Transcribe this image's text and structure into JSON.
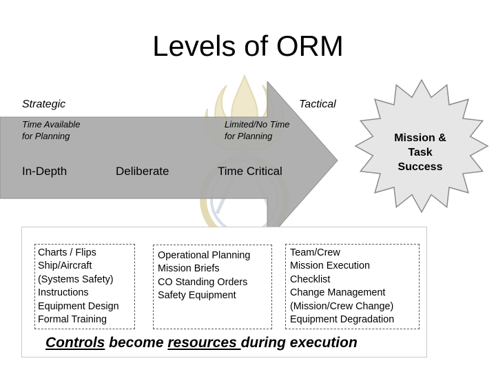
{
  "title": "Levels of ORM",
  "axis": {
    "left_label": "Strategic",
    "right_label": "Tactical",
    "left_time": [
      "Time Available",
      "for Planning"
    ],
    "right_time": [
      "Limited/No Time",
      "for Planning"
    ]
  },
  "levels": [
    "In-Depth",
    "Deliberate",
    "Time Critical"
  ],
  "outcome": {
    "lines": [
      "Mission &",
      "Task",
      "Success"
    ]
  },
  "controls": {
    "box1": [
      "Charts / Flips",
      "Ship/Aircraft",
      "(Systems Safety)",
      "Instructions",
      "Equipment Design",
      "Formal Training"
    ],
    "box2": [
      "Operational Planning",
      "Mission Briefs",
      "CO Standing Orders",
      "Safety Equipment"
    ],
    "box3": [
      "Team/Crew",
      "Mission Execution",
      "Checklist",
      "Change Management",
      "(Mission/Crew Change)",
      "Equipment Degradation"
    ]
  },
  "tagline": {
    "w1": "Controls",
    "w2": " become ",
    "w3": "resources ",
    "w4": "during execution"
  },
  "colors": {
    "arrow_fill": "#a9a9a9",
    "arrow_edge": "#8d8d8d",
    "burst_fill": "#e6e6e6",
    "crest_gold": "#d9c98a",
    "crest_blue": "#9aa7c2"
  }
}
